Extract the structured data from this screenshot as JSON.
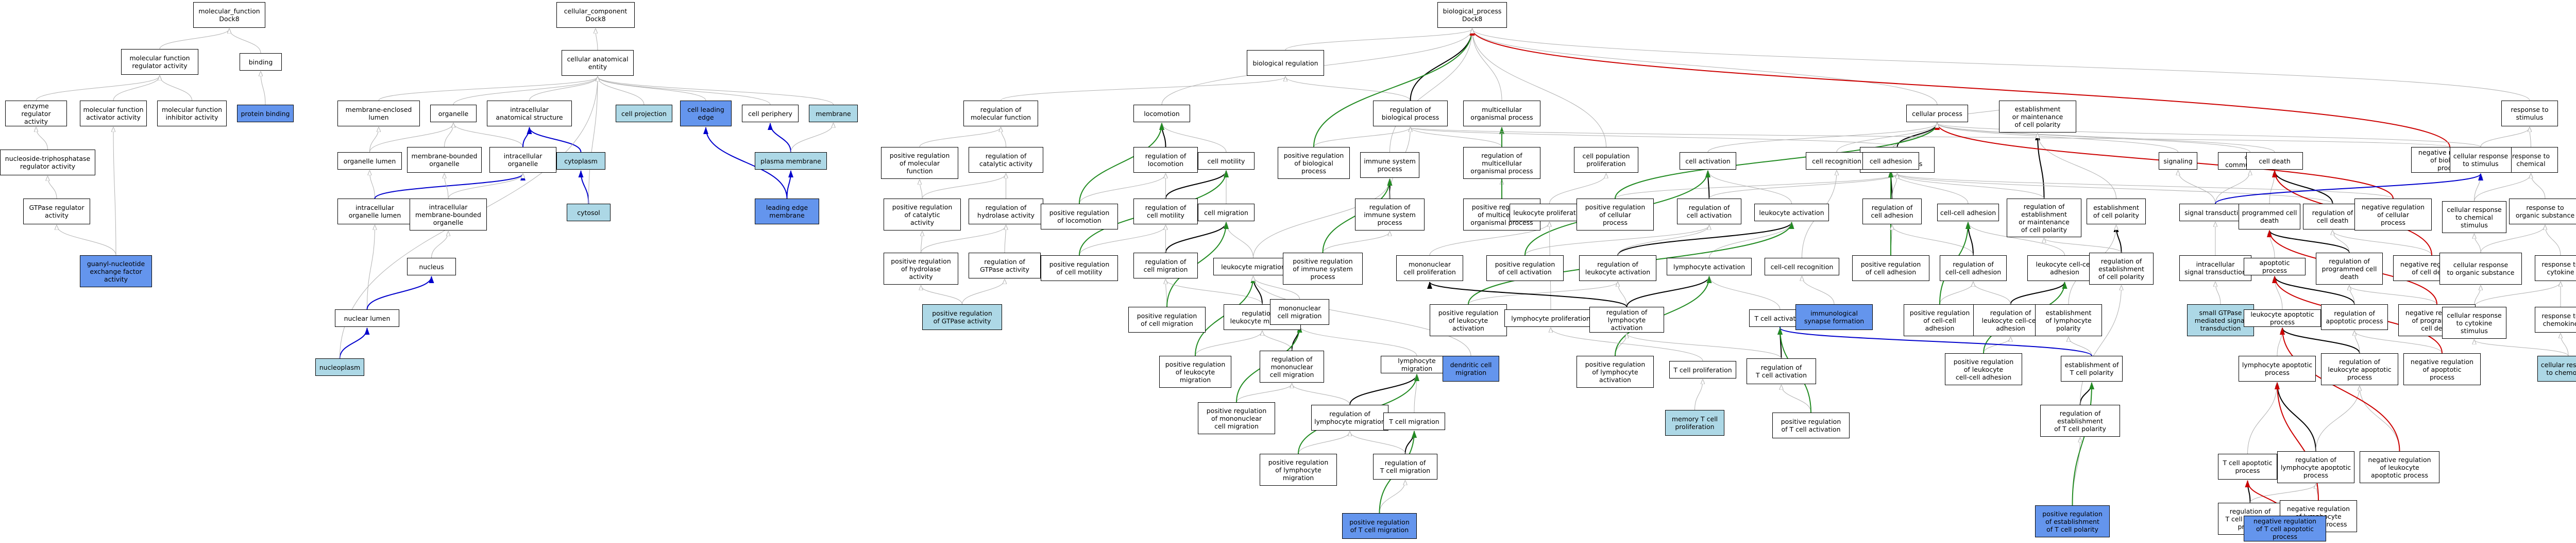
{
  "colors": {
    "node_fill": "#ffffff",
    "highlight_light": "#add8e6",
    "highlight_strong": "#6495ed",
    "edge_is_a": "#b0b0b0",
    "edge_part_of": "#0000cc",
    "edge_positively_regulates": "#228b22",
    "edge_negatively_regulates": "#cc0000",
    "edge_regulates": "#000000"
  },
  "nodes": {
    "n1": "molecular_function\nDock8",
    "n2": "molecular function\nregulator activity",
    "n3": "binding",
    "n4": "enzyme regulator\nactivity",
    "n5": "molecular function\nactivator activity",
    "n6": "molecular function\ninhibitor activity",
    "n7": "protein binding",
    "n8": "nucleoside-triphosphatase\nregulator activity",
    "n9": "GTPase regulator\nactivity",
    "n10": "guanyl-nucleotide\nexchange factor\nactivity",
    "n11": "cellular_component\nDock8",
    "n12": "cellular anatomical\nentity",
    "n13": "membrane-enclosed\nlumen",
    "n14": "organelle",
    "n15": "intracellular\nanatomical structure",
    "n16": "cell projection",
    "n17": "cell leading\nedge",
    "n18": "cell periphery",
    "n19": "membrane",
    "n20": "organelle lumen",
    "n21": "membrane-bounded\norganelle",
    "n22": "intracellular\norganelle",
    "n23": "cytoplasm",
    "n24": "plasma membrane",
    "n25": "intracellular\norganelle lumen",
    "n26": "intracellular\nmembrane-bounded\norganelle",
    "n27": "cytosol",
    "n28": "leading edge\nmembrane",
    "n29": "nucleus",
    "n30": "nuclear lumen",
    "n31": "nucleoplasm",
    "n32": "biological_process\nDock8",
    "n33": "biological regulation",
    "n34": "regulation of\nmolecular function",
    "n35": "locomotion",
    "n36": "regulation of\nbiological process",
    "n37": "multicellular\norganismal process",
    "n38": "positive regulation\nof molecular\nfunction",
    "n39": "regulation of\ncatalytic activity",
    "n40": "regulation of\nlocomotion",
    "n41": "cell motility",
    "n42": "positive regulation\nof biological\nprocess",
    "n43": "immune system\nprocess",
    "n44": "regulation of\nmulticellular\norganismal process",
    "n45": "cell population\nproliferation",
    "n46": "positive regulation\nof catalytic\nactivity",
    "n47": "regulation of\nhydrolase activity",
    "n48": "positive regulation\nof locomotion",
    "n49": "regulation of\ncell motility",
    "n50": "cell migration",
    "n51": "regulation of\nimmune system\nprocess",
    "n52": "positive regulation\nof multicellular\norganismal process",
    "n53": "leukocyte proliferation",
    "n54": "positive regulation\nof hydrolase\nactivity",
    "n55": "regulation of\nGTPase activity",
    "n56": "positive regulation\nof cell motility",
    "n57": "regulation of\ncell migration",
    "n58": "leukocyte migration",
    "n59": "positive regulation\nof immune system\nprocess",
    "n60": "mononuclear\ncell proliferation",
    "n61": "positive regulation\nof GTPase activity",
    "n62": "positive regulation\nof cell migration",
    "n63": "regulation of\nleukocyte migration",
    "n64": "mononuclear\ncell migration",
    "n65": "positive regulation\nof leukocyte\nmigration",
    "n66": "regulation of\nmononuclear\ncell migration",
    "n67": "lymphocyte migration",
    "n68": "dendritic cell\nmigration",
    "n69": "positive regulation\nof mononuclear\ncell migration",
    "n70": "regulation of\nlymphocyte migration",
    "n71": "T cell migration",
    "n72": "positive regulation\nof lymphocyte\nmigration",
    "n73": "regulation of\nT cell migration",
    "n74": "positive regulation\nof T cell migration",
    "n75": "cellular process",
    "n76": "regulation of\ncellular process",
    "n77": "cell activation",
    "n78": "cell recognition",
    "n79": "cell adhesion",
    "n80": "establishment\nor maintenance\nof cell polarity",
    "n81": "signaling",
    "n82": "cell communication",
    "n83": "cell death",
    "n84": "negative regulation\nof biological\nprocess",
    "n85": "positive regulation\nof cellular\nprocess",
    "n86": "regulation of\ncell activation",
    "n87": "leukocyte activation",
    "n88": "regulation of\ncell adhesion",
    "n89": "cell-cell adhesion",
    "n90": "regulation of\nestablishment\nor maintenance\nof cell polarity",
    "n91": "establishment\nof cell polarity",
    "n92": "signal transduction",
    "n93": "programmed cell\ndeath",
    "n94": "regulation of\ncell death",
    "n95": "negative regulation\nof cellular\nprocess",
    "n96": "positive regulation\nof cell activation",
    "n97": "regulation of\nleukocyte activation",
    "n98": "lymphocyte activation",
    "n99": "cell-cell recognition",
    "n100": "positive regulation\nof cell adhesion",
    "n101": "regulation of\ncell-cell adhesion",
    "n102": "leukocyte cell-cell\nadhesion",
    "n103": "regulation of\nestablishment\nof cell polarity",
    "n104": "intracellular\nsignal transduction",
    "n105": "apoptotic process",
    "n106": "regulation of\nprogrammed cell\ndeath",
    "n107": "negative regulation\nof cell death",
    "n108": "positive regulation\nof leukocyte\nactivation",
    "n109": "lymphocyte proliferation",
    "n110": "regulation of\nlymphocyte activation",
    "n111": "T cell activation",
    "n112": "immunological\nsynapse formation",
    "n113": "positive regulation\nof cell-cell\nadhesion",
    "n114": "regulation of\nleukocyte cell-cell\nadhesion",
    "n115": "establishment\nof lymphocyte\npolarity",
    "n116": "small GTPase\nmediated signal\ntransduction",
    "n117": "leukocyte apoptotic\nprocess",
    "n118": "regulation of\napoptotic process",
    "n119": "negative regulation\nof programmed\ncell death",
    "n120": "positive regulation\nof lymphocyte\nactivation",
    "n121": "T cell proliferation",
    "n122": "regulation of\nT cell activation",
    "n123": "positive regulation\nof leukocyte\ncell-cell adhesion",
    "n124": "establishment of\nT cell polarity",
    "n125": "lymphocyte apoptotic\nprocess",
    "n126": "regulation of\nleukocyte apoptotic\nprocess",
    "n127": "negative regulation\nof apoptotic\nprocess",
    "n128": "memory T cell\nproliferation",
    "n129": "positive regulation\nof T cell activation",
    "n130": "regulation of\nestablishment\nof T cell polarity",
    "n131": "T cell apoptotic\nprocess",
    "n132": "regulation of\nlymphocyte apoptotic\nprocess",
    "n133": "negative regulation\nof leukocyte\napoptotic process",
    "n134": "positive regulation\nof establishment\nof T cell polarity",
    "n135": "regulation of\nT cell apoptotic\nprocess",
    "n136": "negative regulation\nof lymphocyte\napoptotic process",
    "n137": "negative regulation\nof T cell apoptotic\nprocess",
    "n138": "response to\nstimulus",
    "n139": "response to\nchemical",
    "n140": "cellular response\nto stimulus",
    "n141": "cellular response\nto chemical\nstimulus",
    "n142": "response to\norganic substance",
    "n143": "cellular response\nto organic substance",
    "n144": "response to\ncytokine",
    "n145": "cellular response\nto cytokine\nstimulus",
    "n146": "response to\nchemokine",
    "n147": "cellular response\nto chemokine"
  }
}
